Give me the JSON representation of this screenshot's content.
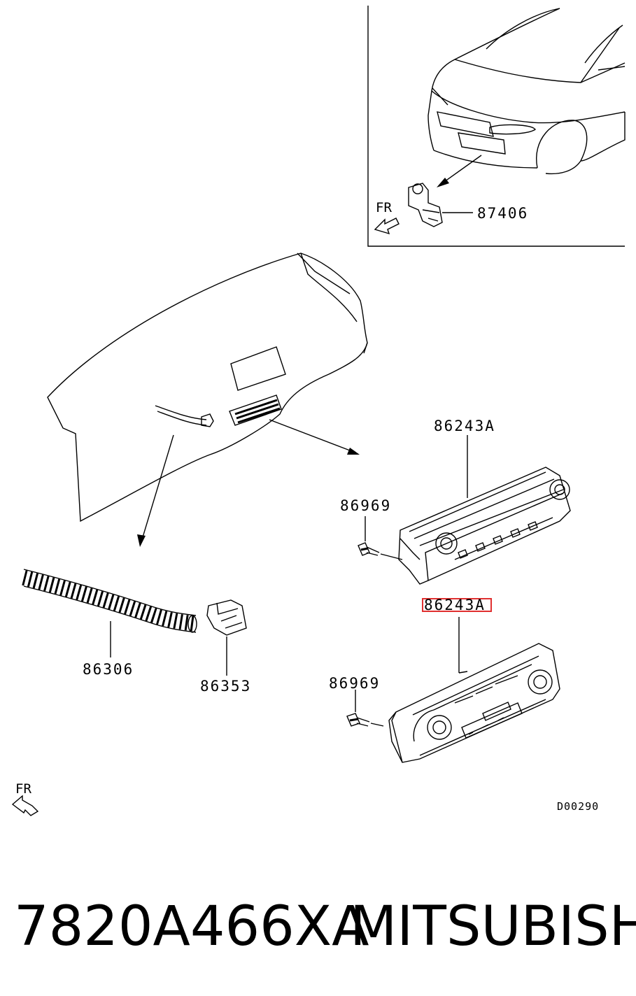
{
  "labels": {
    "inset_part": "87406",
    "upper_panel": "86243A",
    "upper_screw": "86969",
    "lower_panel": "86243A",
    "lower_screw": "86969",
    "hose": "86306",
    "connector": "86353",
    "fr_inset": "FR",
    "fr_main": "FR",
    "diagram_code": "D00290"
  },
  "highlight_color": "#e03030",
  "caption": {
    "part_number": "7820A466XA",
    "brand": "MITSUBISHI"
  }
}
